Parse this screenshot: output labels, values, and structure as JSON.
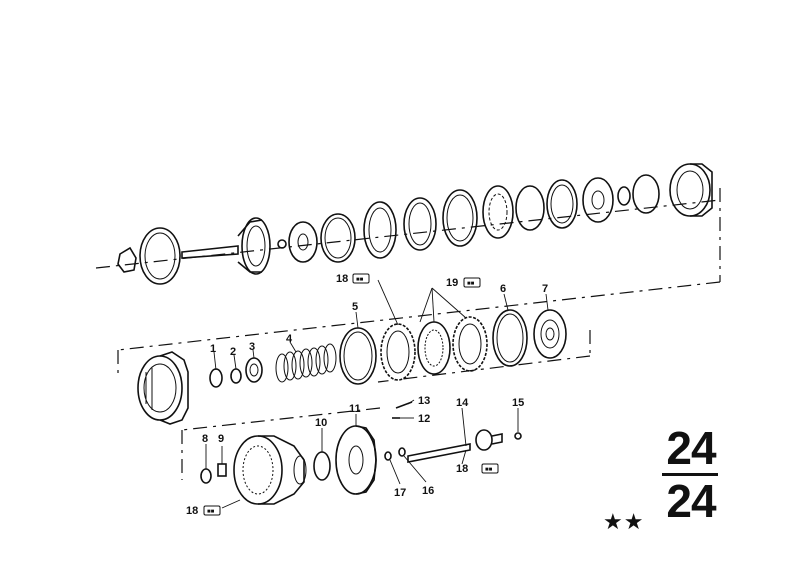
{
  "callouts": {
    "c1": "1",
    "c2": "2",
    "c3": "3",
    "c4": "4",
    "c5": "5",
    "c6": "6",
    "c7": "7",
    "c8": "8",
    "c9": "9",
    "c10": "10",
    "c11": "11",
    "c12": "12",
    "c13": "13",
    "c14": "14",
    "c15": "15",
    "c16": "16",
    "c17": "17",
    "c18a": "18",
    "c18b": "18",
    "c18c": "18",
    "c19": "19"
  },
  "page_number": {
    "top": "24",
    "bottom": "24"
  },
  "stars": "★★"
}
